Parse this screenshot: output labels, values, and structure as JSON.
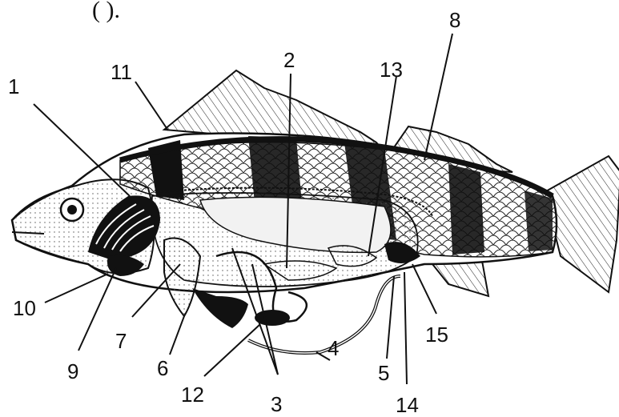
{
  "caption_fragment": "(          ).",
  "labels": {
    "n1": "1",
    "n2": "2",
    "n3": "3",
    "n4": "4",
    "n5": "5",
    "n6": "6",
    "n7": "7",
    "n8": "8",
    "n9": "9",
    "n10": "10",
    "n11": "11",
    "n12": "12",
    "n13": "13",
    "n14": "14",
    "n15": "15"
  },
  "colors": {
    "ink": "#111111",
    "paper": "#ffffff",
    "stipple": "#dcdcdc"
  }
}
